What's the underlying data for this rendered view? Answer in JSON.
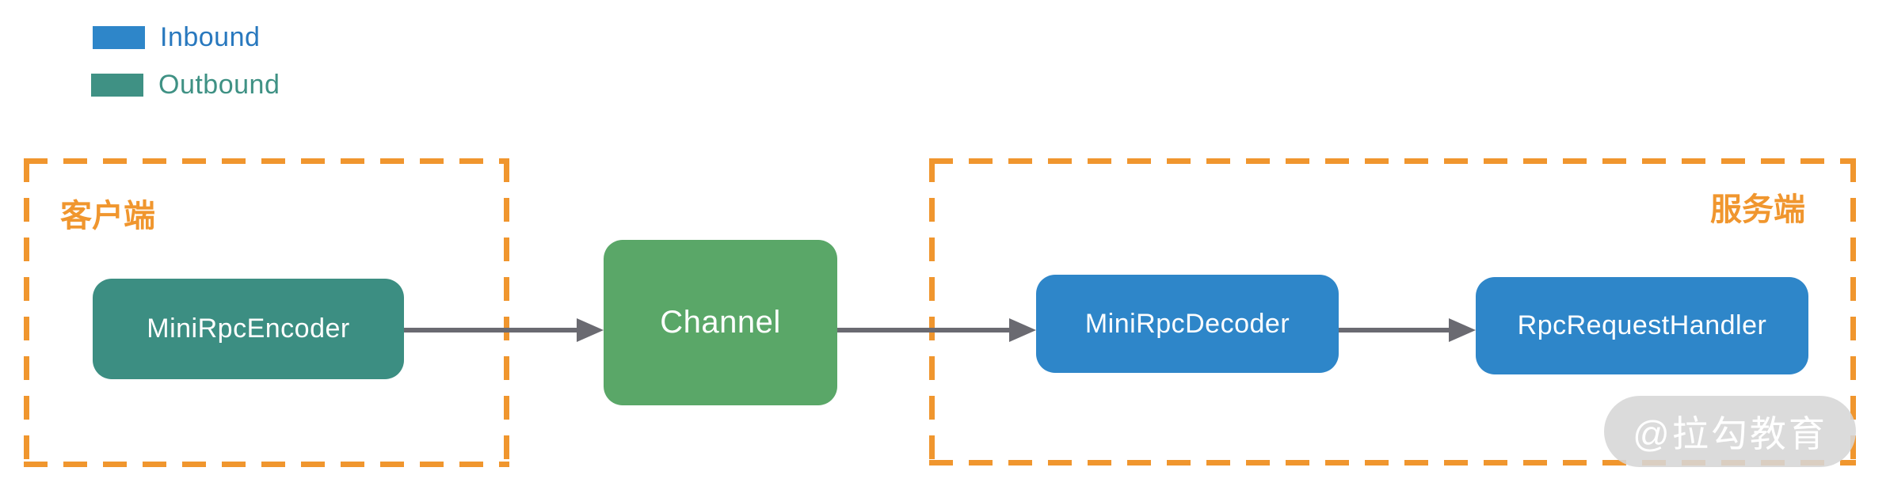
{
  "legend": {
    "items": [
      {
        "label": "Inbound",
        "color": "#2e86c9"
      },
      {
        "label": "Outbound",
        "color": "#3f9184"
      }
    ]
  },
  "groups": {
    "client": {
      "label": "客户端"
    },
    "server": {
      "label": "服务端"
    }
  },
  "nodes": {
    "encoder": {
      "label": "MiniRpcEncoder",
      "direction": "outbound",
      "color": "#3c8e82"
    },
    "channel": {
      "label": "Channel",
      "direction": "none",
      "color": "#5aa768"
    },
    "decoder": {
      "label": "MiniRpcDecoder",
      "direction": "inbound",
      "color": "#2e86c9"
    },
    "handler": {
      "label": "RpcRequestHandler",
      "direction": "inbound",
      "color": "#2e86c9"
    }
  },
  "connections": [
    {
      "from": "MiniRpcEncoder",
      "to": "Channel"
    },
    {
      "from": "Channel",
      "to": "MiniRpcDecoder"
    },
    {
      "from": "MiniRpcDecoder",
      "to": "RpcRequestHandler"
    }
  ],
  "watermark": {
    "text": "@拉勾教育"
  },
  "colors": {
    "frame": "#f0962e",
    "arrow": "#6a6a71",
    "inbound": "#2e86c9",
    "outbound": "#3f9184",
    "channel": "#5aa768",
    "watermark_bg": "#d6d6d6"
  }
}
